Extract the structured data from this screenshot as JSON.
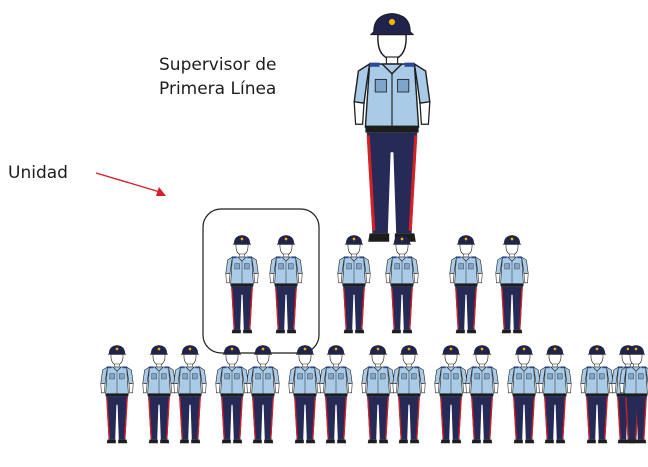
{
  "labels": {
    "supervisor_line1": "Supervisor de",
    "supervisor_line2": "Primera Línea",
    "unit": "Unidad"
  },
  "colors": {
    "shirt": "#a9cbe8",
    "shirt_shadow": "#7fa6c9",
    "trousers": "#262a57",
    "stripe": "#d62027",
    "cap": "#20244c",
    "cap_badge": "#f2b300",
    "arrow": "#d62027",
    "outline": "#1d1d1b",
    "epaulette": "#2c4a9a"
  },
  "icons": {
    "figure": "police-officer-figure"
  },
  "structure": {
    "supervisor_count": 1,
    "middle_row_groups": 3,
    "officers_per_group": 2,
    "bottom_row_count": 16,
    "highlighted_unit": "first middle-row group"
  }
}
